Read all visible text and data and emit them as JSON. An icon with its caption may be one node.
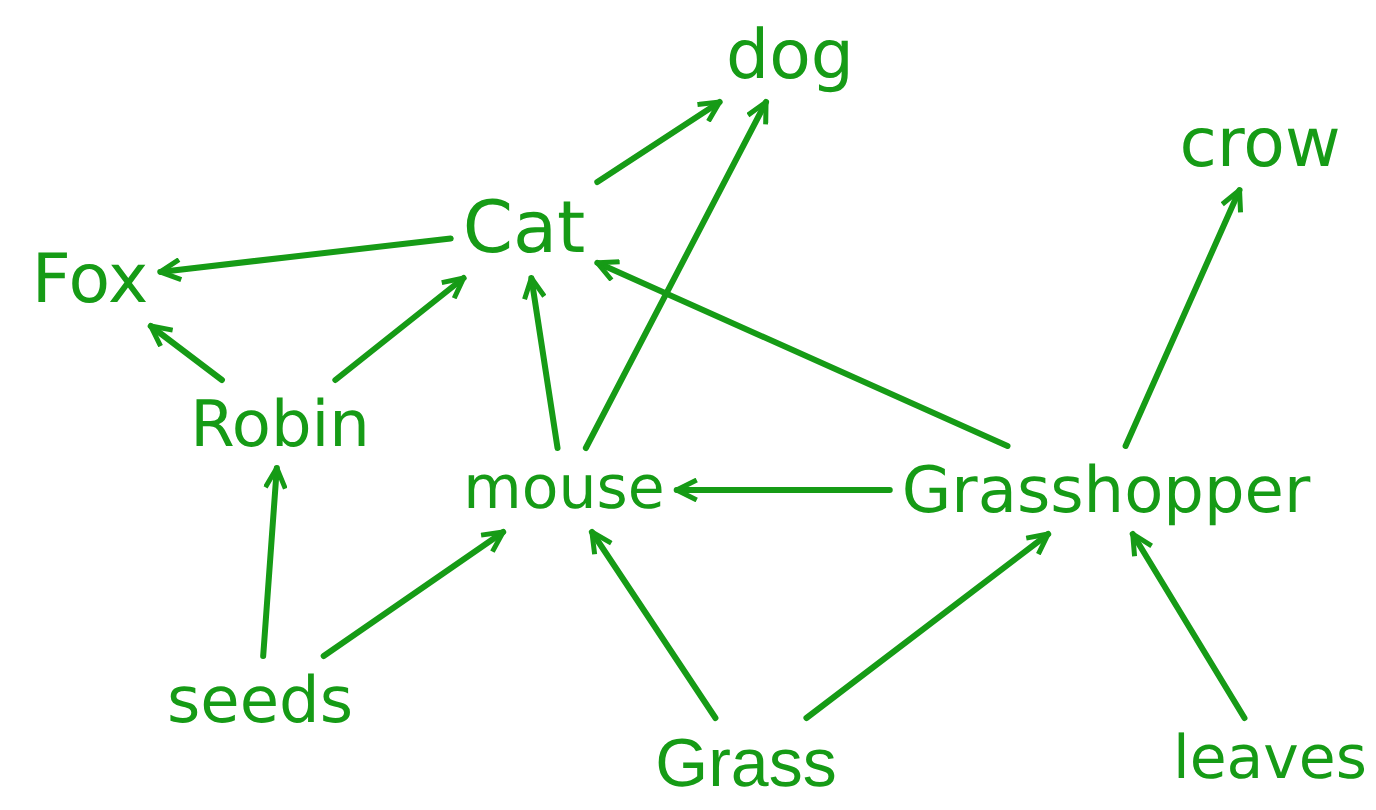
{
  "diagram": {
    "nodes": [
      {
        "text": [
          "dog"
        ]
      },
      {
        "text": [
          "crow"
        ]
      },
      {
        "text": [
          "Fox"
        ]
      },
      {
        "text": [
          "Cat"
        ]
      },
      {
        "text": [
          "Robin"
        ]
      },
      {
        "text": [
          "mouse"
        ]
      },
      {
        "text": [
          "Grasshopper"
        ]
      },
      {
        "text": [
          "seeds"
        ]
      },
      {
        "text": [
          "Grass"
        ]
      },
      {
        "text": [
          "leaves"
        ]
      }
    ],
    "edges": [
      {
        "from": 3,
        "to": 0,
        "arrow": "to"
      },
      {
        "from": 5,
        "to": 0,
        "arrow": "to"
      },
      {
        "from": 3,
        "to": 2,
        "arrow": "to"
      },
      {
        "from": 4,
        "to": 2,
        "arrow": "to"
      },
      {
        "from": 4,
        "to": 3,
        "arrow": "to"
      },
      {
        "from": 5,
        "to": 3,
        "arrow": "to"
      },
      {
        "from": 6,
        "to": 3,
        "arrow": "to"
      },
      {
        "from": 6,
        "to": 5,
        "arrow": "to"
      },
      {
        "from": 6,
        "to": 1,
        "arrow": "to"
      },
      {
        "from": 7,
        "to": 4,
        "arrow": "to"
      },
      {
        "from": 7,
        "to": 5,
        "arrow": "to"
      },
      {
        "from": 8,
        "to": 5,
        "arrow": "to"
      },
      {
        "from": 8,
        "to": 6,
        "arrow": "to"
      },
      {
        "from": 9,
        "to": 6,
        "arrow": "to"
      }
    ]
  }
}
